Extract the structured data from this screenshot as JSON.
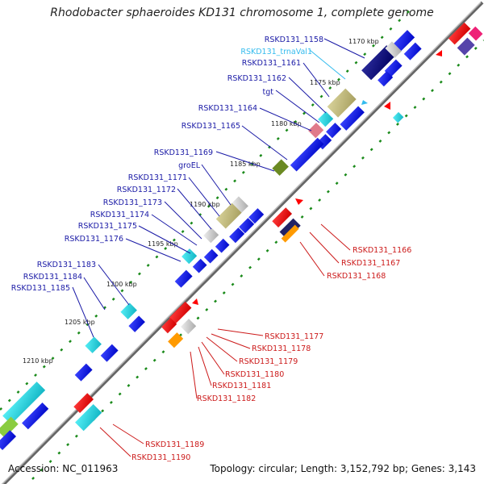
{
  "title": "Rhodobacter sphaeroides KD131 chromosome 1, complete genome",
  "footer": {
    "accession": "Accession: NC_011963",
    "topology": "Topology: circular; Length: 3,152,792 bp; Genes: 3,143"
  },
  "kbp_ticks": [
    "1170 kbp",
    "1175 kbp",
    "1180 kbp",
    "1185 kbp",
    "1190 kbp",
    "1195 kbp",
    "1200 kbp",
    "1205 kbp",
    "1210 kbp"
  ],
  "forward_labels": [
    "RSKD131_1158",
    "RSKD131_trnaVal1",
    "RSKD131_1161",
    "RSKD131_1162",
    "tgt",
    "RSKD131_1164",
    "RSKD131_1165",
    "RSKD131_1169",
    "groEL",
    "RSKD131_1171",
    "RSKD131_1172",
    "RSKD131_1173",
    "RSKD131_1174",
    "RSKD131_1175",
    "RSKD131_1176",
    "RSKD131_1183",
    "RSKD131_1184",
    "RSKD131_1185"
  ],
  "reverse_labels": [
    "RSKD131_1166",
    "RSKD131_1167",
    "RSKD131_1168",
    "RSKD131_1177",
    "RSKD131_1178",
    "RSKD131_1179",
    "RSKD131_1180",
    "RSKD131_1181",
    "RSKD131_1182",
    "RSKD131_1189",
    "RSKD131_1190"
  ],
  "colors": {
    "forward_gene": "#0a14e6",
    "reverse_gene": "#ff0000",
    "forward_label": "#1a1aa6",
    "reverse_label": "#cc1a1a",
    "trna_label": "#33bbee",
    "backbone": "#777777",
    "tick": "#1a8a1a"
  }
}
